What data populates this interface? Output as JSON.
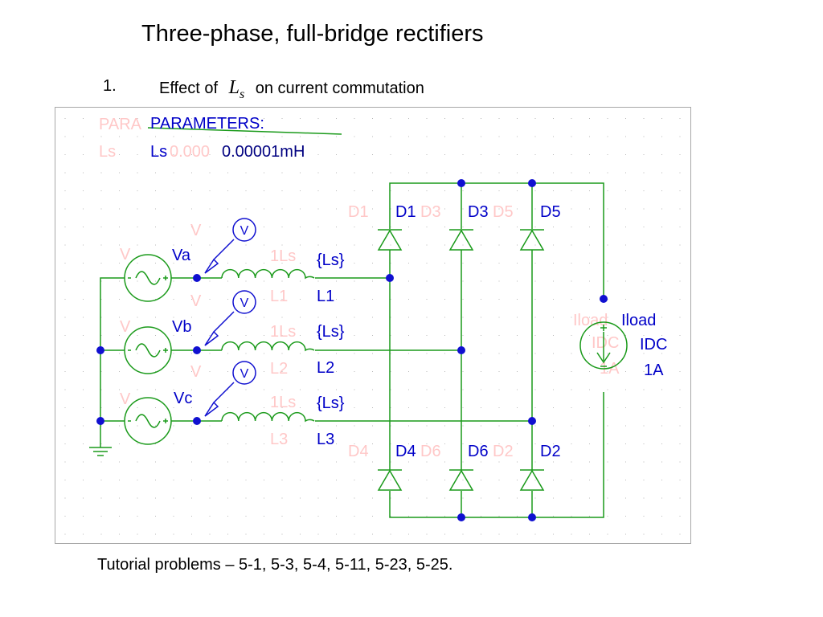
{
  "slide": {
    "title": "Three-phase, full-bridge rectifiers",
    "item_number": "1.",
    "item_text_before": "Effect of",
    "item_symbol": "L",
    "item_symbol_sub": "s",
    "item_text_after": "on current commutation",
    "footer": "Tutorial problems – 5-1, 5-3, 5-4, 5-11, 5-23, 5-25."
  },
  "schematic": {
    "colors": {
      "wire": "#1a9a1a",
      "label": "#0000c8",
      "node": "#1010d0",
      "ghost": "#ffc8c8",
      "grid": "#b8b8b8"
    },
    "parameters_header": "PARAMETERS:",
    "param_name": "Ls",
    "param_value": "0.00001mH",
    "ghost_param_header": "PARA",
    "ghost_param_name": "Ls",
    "ghost_param_value": "0.000",
    "sources": [
      {
        "name": "Va",
        "ghost": "V",
        "probe": "V"
      },
      {
        "name": "Vb",
        "ghost": "V",
        "probe": "V"
      },
      {
        "name": "Vc",
        "ghost": "V",
        "probe": "V"
      }
    ],
    "probe_ghost": "V",
    "inductors": [
      {
        "value": "{Ls}",
        "name": "L1",
        "ghost_value": "1Ls",
        "ghost_name": "L1"
      },
      {
        "value": "{Ls}",
        "name": "L2",
        "ghost_value": "1Ls",
        "ghost_name": "L2"
      },
      {
        "value": "{Ls}",
        "name": "L3",
        "ghost_value": "1Ls",
        "ghost_name": "L3"
      }
    ],
    "diodes_top": [
      "D1",
      "D3",
      "D5"
    ],
    "diodes_bottom": [
      "D4",
      "D6",
      "D2"
    ],
    "ghost_diodes_top": [
      "D1",
      "D3",
      "D5"
    ],
    "ghost_diodes_bottom": [
      "D4",
      "D6",
      "D2"
    ],
    "load": {
      "name": "Iload",
      "type": "IDC",
      "value": "1A",
      "ghost_name": "Iload",
      "ghost_type": "IDC",
      "ghost_value": "1A"
    }
  }
}
